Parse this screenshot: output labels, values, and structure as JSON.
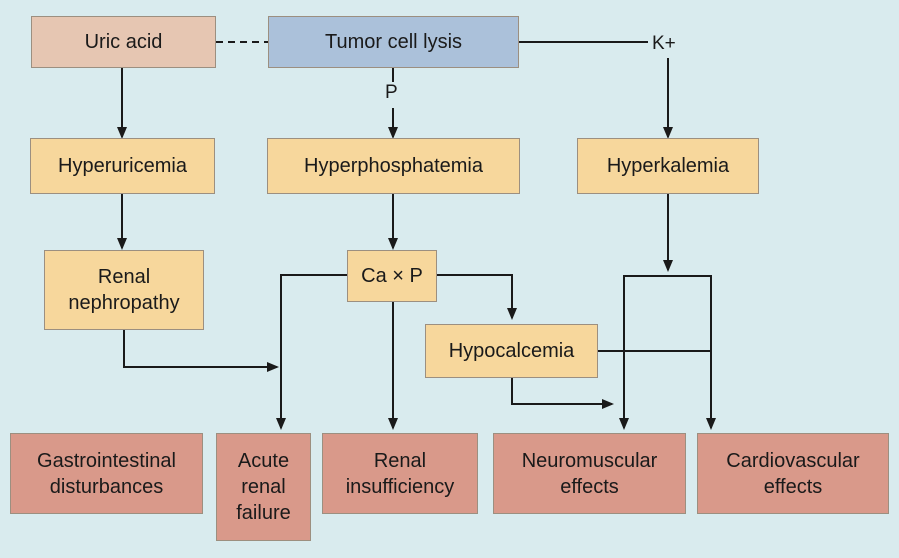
{
  "nodes": {
    "uric_acid": "Uric acid",
    "tumor_cell_lysis": "Tumor cell lysis",
    "hyperuricemia": "Hyperuricemia",
    "hyperphosphatemia": "Hyperphosphatemia",
    "hyperkalemia": "Hyperkalemia",
    "renal_nephropathy": "Renal nephropathy",
    "ca_x_p": "Ca × P",
    "hypocalcemia": "Hypocalcemia",
    "gastrointestinal_disturbances": "Gastrointestinal disturbances",
    "acute_renal_failure": "Acute renal failure",
    "renal_insufficiency": "Renal insufficiency",
    "neuromuscular_effects": "Neuromuscular effects",
    "cardiovascular_effects": "Cardiovascular effects"
  },
  "edge_labels": {
    "p": "P",
    "k": "K+"
  },
  "colors": {
    "background": "#d9ebee",
    "source_box": "#e6c6b2",
    "tumor_box": "#abc1da",
    "intermediate_box": "#f7d79c",
    "outcome_box": "#d9998a",
    "line": "#1a1a1a"
  }
}
